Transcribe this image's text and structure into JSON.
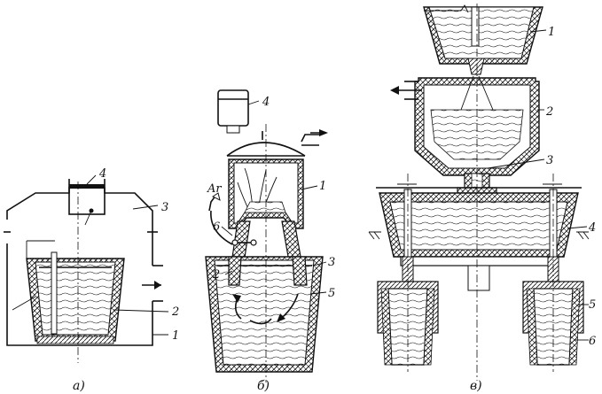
{
  "figure": {
    "panel_a": {
      "caption": "а)",
      "labels": [
        "1",
        "2",
        "3",
        "4"
      ]
    },
    "panel_b": {
      "caption": "б)",
      "labels": [
        "1",
        "2",
        "3",
        "4",
        "5",
        "6"
      ],
      "gas_label": "Ar"
    },
    "panel_c": {
      "caption": "в)",
      "labels": [
        "1",
        "2",
        "3",
        "4",
        "5",
        "6"
      ]
    },
    "colors": {
      "ink": "#111111",
      "paper": "#ffffff",
      "lining": "#d9d9d9"
    }
  }
}
